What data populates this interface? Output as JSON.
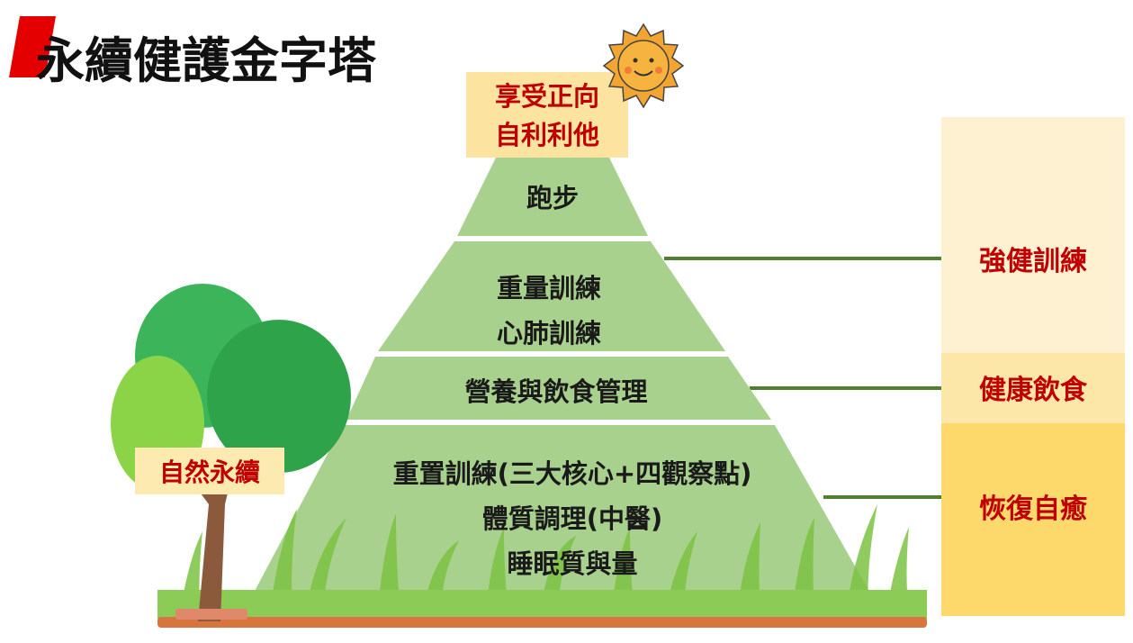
{
  "title": "永續健護金字塔",
  "top_box": {
    "line1": "享受正向",
    "line2": "自利利他"
  },
  "pyramid": {
    "tier1": [
      "跑步"
    ],
    "tier2": [
      "重量訓練",
      "心肺訓練"
    ],
    "tier3": [
      "營養與飲食管理"
    ],
    "tier4": [
      "重置訓練(三大核心+四觀察點)",
      "體質調理(中醫)",
      "睡眠質與量"
    ]
  },
  "tree_label": "自然永續",
  "side_labels": [
    "強健訓練",
    "健康飲食",
    "恢復自癒"
  ],
  "colors": {
    "pyramid": "#a9d18e",
    "accent_red": "#c00000",
    "connector": "#4f7f2f",
    "side_1": "#fdf1d2",
    "side_2": "#fde7a8",
    "side_3": "#fdd96c"
  }
}
